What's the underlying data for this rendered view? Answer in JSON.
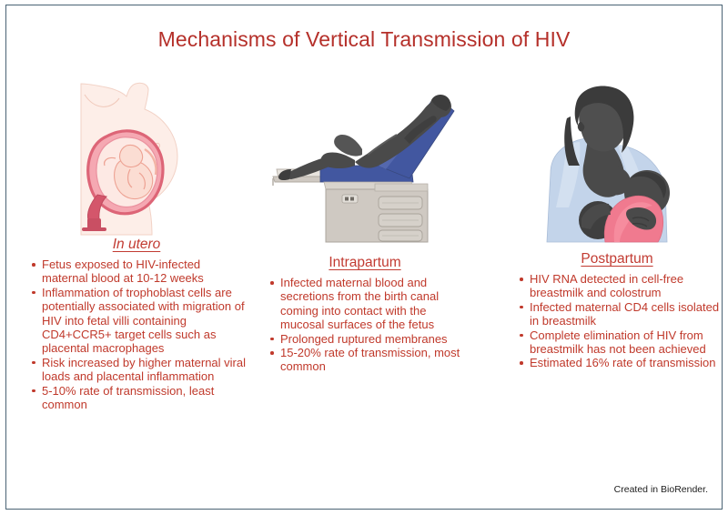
{
  "poster": {
    "title": "Mechanisms of Vertical Transmission of HIV",
    "footer": "Created in BioRender.",
    "colors": {
      "title_red": "#b5302a",
      "body_red": "#c0392b",
      "heading_red": "#c23b32",
      "frame_border": "#4a6374",
      "footer_text": "#1d1d1d",
      "background": "#ffffff",
      "skin_light": "#fbe3dc",
      "uterus_pink": "#e4707f",
      "table_blue": "#4257a0",
      "cabinet_beige": "#cfc9c2",
      "figure_dark": "#4a4a4a",
      "shirt_blue": "#c3d4ea",
      "baby_pink": "#f07a8f"
    }
  },
  "columns": [
    {
      "id": "in-utero",
      "heading": "In utero",
      "heading_style": "italic-underline",
      "illustration": "pregnant-abdomen-fetus-illustration",
      "bullets": [
        "Fetus exposed to HIV-infected maternal blood at 10-12 weeks",
        "Inflammation of trophoblast cells are potentially associated with migration of HIV into fetal villi containing CD4+CCR5+ target cells such as placental macrophages",
        "Risk increased by higher maternal viral loads and placental inflammation",
        "5-10% rate of transmission, least common"
      ]
    },
    {
      "id": "intrapartum",
      "heading": "Intrapartum",
      "heading_style": "underline",
      "illustration": "delivery-table-patient-illustration",
      "bullets": [
        "Infected maternal blood and secretions from the birth canal coming into contact with the mucosal surfaces of the fetus",
        "Prolonged ruptured membranes",
        "15-20% rate of transmission, most common"
      ]
    },
    {
      "id": "postpartum",
      "heading": "Postpartum",
      "heading_style": "underline",
      "illustration": "breastfeeding-mother-infant-illustration",
      "bullets": [
        "HIV RNA detected in cell-free breastmilk and colostrum",
        "Infected maternal CD4 cells isolated in breastmilk",
        "Complete elimination of HIV from breastmilk has not been achieved",
        "Estimated 16% rate of transmission"
      ]
    }
  ]
}
